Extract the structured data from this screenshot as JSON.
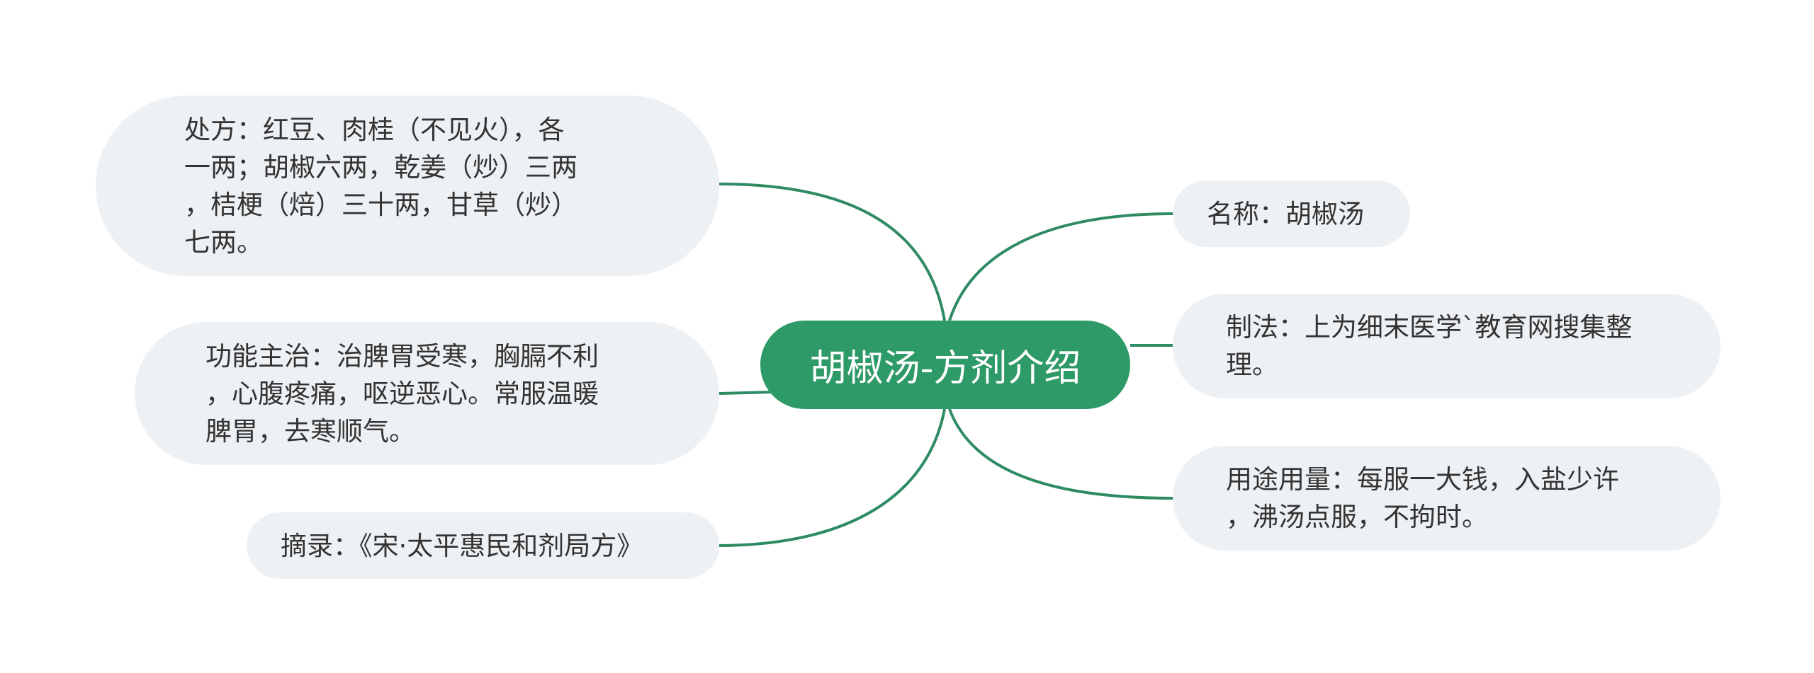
{
  "colors": {
    "center_bg": "#2e9a67",
    "node_bg": "#eef1f4",
    "link": "#2e8b63",
    "text": "#333333"
  },
  "center": {
    "label": "胡椒汤-方剂介绍"
  },
  "left_nodes": [
    {
      "id": "prescription",
      "label": "处方：红豆、肉桂（不见火），各\n一两；胡椒六两，乾姜（炒）三两\n，桔梗（焙）三十两，甘草（炒）\n七两。"
    },
    {
      "id": "function",
      "label": "功能主治：治脾胃受寒，胸膈不利\n，心腹疼痛，呕逆恶心。常服温暖\n脾胃，去寒顺气。"
    },
    {
      "id": "excerpt",
      "label": "摘录：《宋·太平惠民和剂局方》"
    }
  ],
  "right_nodes": [
    {
      "id": "name",
      "label": "名称：胡椒汤"
    },
    {
      "id": "method",
      "label": "制法：上为细末医学`教育网搜集整\n理。"
    },
    {
      "id": "usage",
      "label": "用途用量：每服一大钱，入盐少许\n，沸汤点服，不拘时。"
    }
  ]
}
